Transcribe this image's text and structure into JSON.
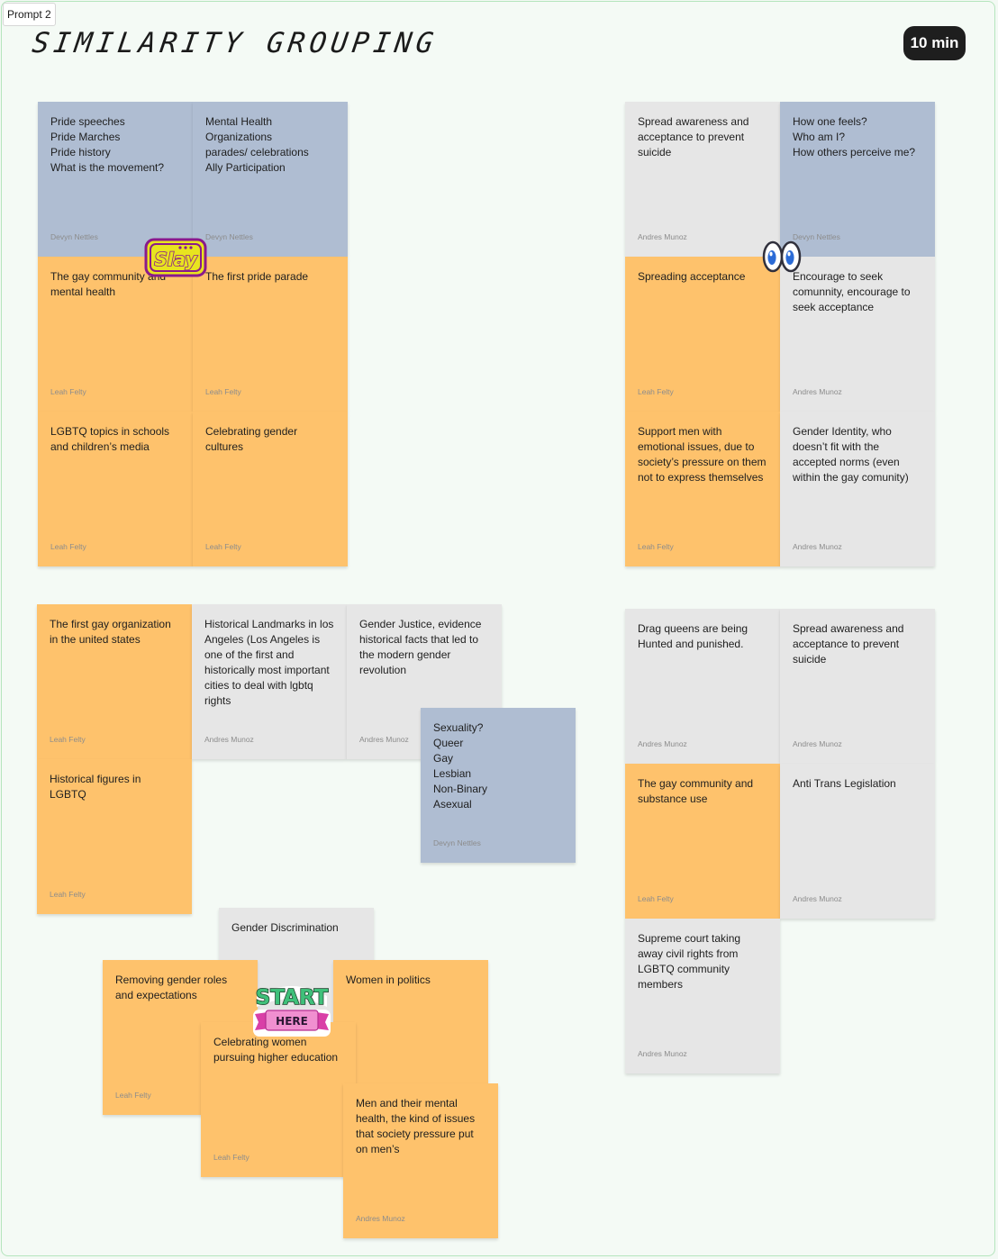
{
  "section_tag": "Prompt 2",
  "board": {
    "title": "SIMILARITY GROUPING",
    "timer": "10 min"
  },
  "colors": {
    "blue": "#afbdd2",
    "orange": "#fec26c",
    "gray": "#e6e6e6",
    "background": "#f4faf5",
    "frame_border": "#b5e5bd"
  },
  "stickers": {
    "slay": "Slay",
    "start": "START",
    "here": "HERE",
    "eyes": "eyes-emoji"
  },
  "notes": [
    {
      "text": "Pride speeches\nPride Marches\nPride history\nWhat is the movement?",
      "author": "Devyn Nettles",
      "color": "blue"
    },
    {
      "text": "Mental Health Organizations\nparades/ celebrations\nAlly Participation",
      "author": "Devyn Nettles",
      "color": "blue"
    },
    {
      "text": "The gay community and mental health",
      "author": "Leah Felty",
      "color": "orange"
    },
    {
      "text": "The first pride parade",
      "author": "Leah Felty",
      "color": "orange"
    },
    {
      "text": "LGBTQ topics in schools and children’s media",
      "author": "Leah Felty",
      "color": "orange"
    },
    {
      "text": "Celebrating gender cultures",
      "author": "Leah Felty",
      "color": "orange"
    },
    {
      "text": "Spread awareness and acceptance to prevent suicide",
      "author": "Andres Munoz",
      "color": "gray"
    },
    {
      "text": "How one feels?\nWho am I?\nHow others perceive me?",
      "author": "Devyn Nettles",
      "color": "blue"
    },
    {
      "text": "Spreading acceptance",
      "author": "Leah Felty",
      "color": "orange"
    },
    {
      "text": "Encourage to seek comunnity, encourage to seek acceptance",
      "author": "Andres Munoz",
      "color": "gray"
    },
    {
      "text": "Support men with emotional issues, due to society’s pressure on them not to express themselves",
      "author": "Leah Felty",
      "color": "orange"
    },
    {
      "text": "Gender Identity, who doesn’t fit with the accepted norms (even within the gay comunity)",
      "author": "Andres Munoz",
      "color": "gray"
    },
    {
      "text": "The first gay organization in the united states",
      "author": "Leah Felty",
      "color": "orange"
    },
    {
      "text": "Historical Landmarks in los Angeles (Los Angeles is one of the first and historically most important cities to deal with lgbtq rights",
      "author": "Andres Munoz",
      "color": "gray"
    },
    {
      "text": "Gender Justice, evidence historical facts that led to the modern gender revolution",
      "author": "Andres Munoz",
      "color": "gray"
    },
    {
      "text": "Sexuality?\nQueer\nGay\nLesbian\nNon-Binary\nAsexual",
      "author": "Devyn Nettles",
      "color": "blue"
    },
    {
      "text": "Historical figures in LGBTQ",
      "author": "Leah Felty",
      "color": "orange"
    },
    {
      "text": "Drag queens are being Hunted and punished.",
      "author": "Andres Munoz",
      "color": "gray"
    },
    {
      "text": "Spread awareness and acceptance to prevent suicide",
      "author": "Andres Munoz",
      "color": "gray"
    },
    {
      "text": "The gay community and substance use",
      "author": "Leah Felty",
      "color": "orange"
    },
    {
      "text": "Anti Trans Legislation",
      "author": "Andres Munoz",
      "color": "gray"
    },
    {
      "text": "Supreme court taking away civil rights from LGBTQ community members",
      "author": "Andres Munoz",
      "color": "gray"
    },
    {
      "text": "Gender Discrimination",
      "author": "",
      "color": "gray"
    },
    {
      "text": "Removing gender roles and expectations",
      "author": "Leah Felty",
      "color": "orange"
    },
    {
      "text": "Women in politics",
      "author": "",
      "color": "orange"
    },
    {
      "text": "Celebrating women pursuing higher education",
      "author": "Leah Felty",
      "color": "orange"
    },
    {
      "text": "Men and their mental health, the kind of issues that society pressure put on men’s",
      "author": "Andres Munoz",
      "color": "orange"
    }
  ]
}
